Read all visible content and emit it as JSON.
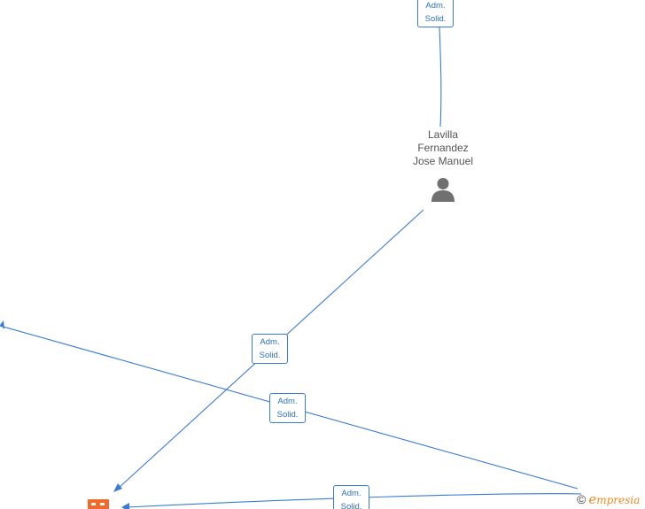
{
  "colors": {
    "edge": "#3a7bd5",
    "label_text": "#2f6fc9",
    "node_text": "#555555",
    "person_icon": "#707070",
    "company_icon": "#f26a2a",
    "brand": "#f08a1c"
  },
  "person": {
    "name_line_1": "Lavilla",
    "name_line_2": "Fernandez",
    "name_line_3": "Jose Manuel",
    "icon": "person-icon"
  },
  "company": {
    "icon": "building-icon"
  },
  "edges": [
    {
      "id": "top",
      "role_line_1": "Adm.",
      "role_line_2": "Solid."
    },
    {
      "id": "person-to-company",
      "role_line_1": "Adm.",
      "role_line_2": "Solid."
    },
    {
      "id": "left-to-bottom-right",
      "role_line_1": "Adm.",
      "role_line_2": "Solid."
    },
    {
      "id": "bottom-right-to-company",
      "role_line_1": "Adm.",
      "role_line_2": "Solid."
    }
  ],
  "footer": {
    "copyright_symbol": "©",
    "brand_initial": "e",
    "brand_rest": "mpresia"
  }
}
